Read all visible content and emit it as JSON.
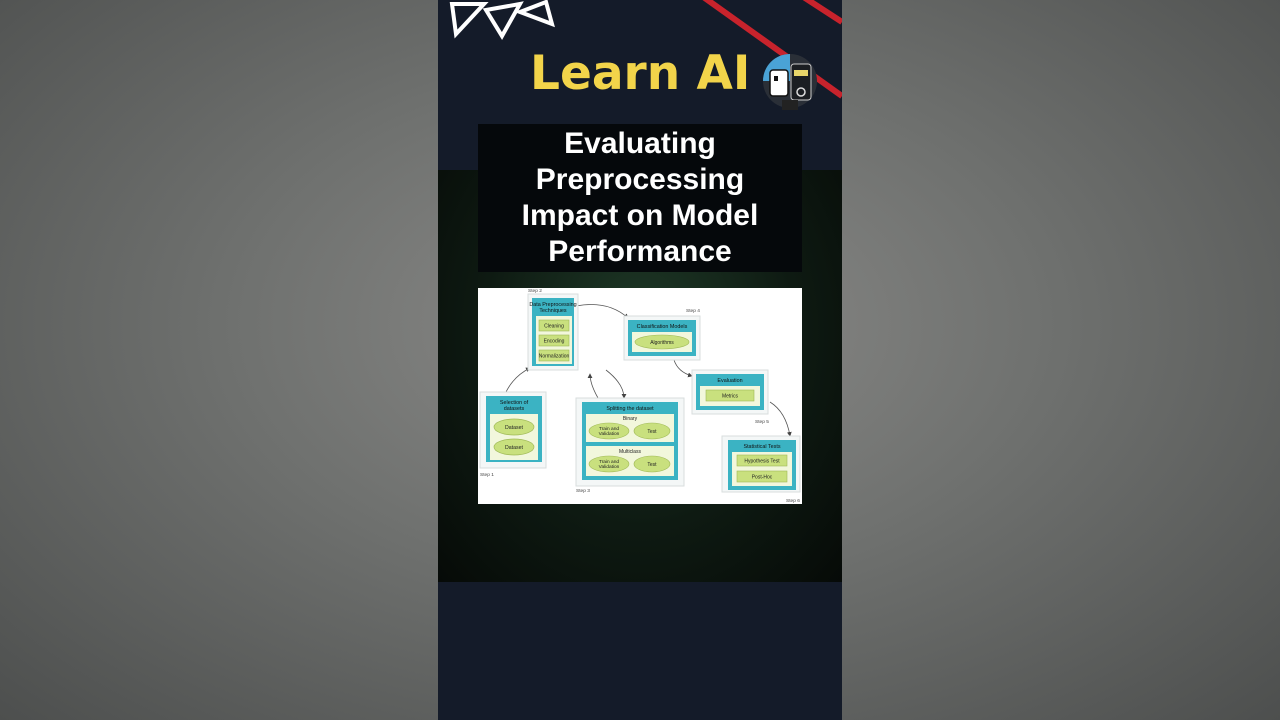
{
  "brand": {
    "title": "Learn AI",
    "colors": {
      "brand": "#f2d44a",
      "background": "#141b29",
      "stripe": "#c8232c"
    }
  },
  "video": {
    "title": "Evaluating Preprocessing Impact on Model Performance"
  },
  "diagram": {
    "steps": [
      {
        "step_label": "Step 1",
        "title": "Selection of datasets",
        "items": [
          "Dataset",
          "Dataset"
        ]
      },
      {
        "step_label": "Step 2",
        "title": "Data Preprocessing Techniques",
        "items": [
          "Cleaning",
          "Encoding",
          "Normalization"
        ]
      },
      {
        "step_label": "Step 3",
        "title": "Splitting the dataset",
        "groups": [
          {
            "name": "Binary",
            "items": [
              "Train and Validation",
              "Test"
            ]
          },
          {
            "name": "Multiclass",
            "items": [
              "Train and Validation",
              "Test"
            ]
          }
        ]
      },
      {
        "step_label": "Step 4",
        "title": "Classification Models",
        "items": [
          "Algorithms"
        ]
      },
      {
        "step_label": "Step 5",
        "title": "Evaluation",
        "items": [
          "Metrics"
        ]
      },
      {
        "step_label": "Step 6",
        "title": "Statistical Tests",
        "items": [
          "Hypothesis Test",
          "Post-Hoc"
        ]
      }
    ],
    "colors": {
      "box": "#3bb3c3",
      "item": "#c9e07e",
      "item_border": "#9fb956"
    }
  }
}
